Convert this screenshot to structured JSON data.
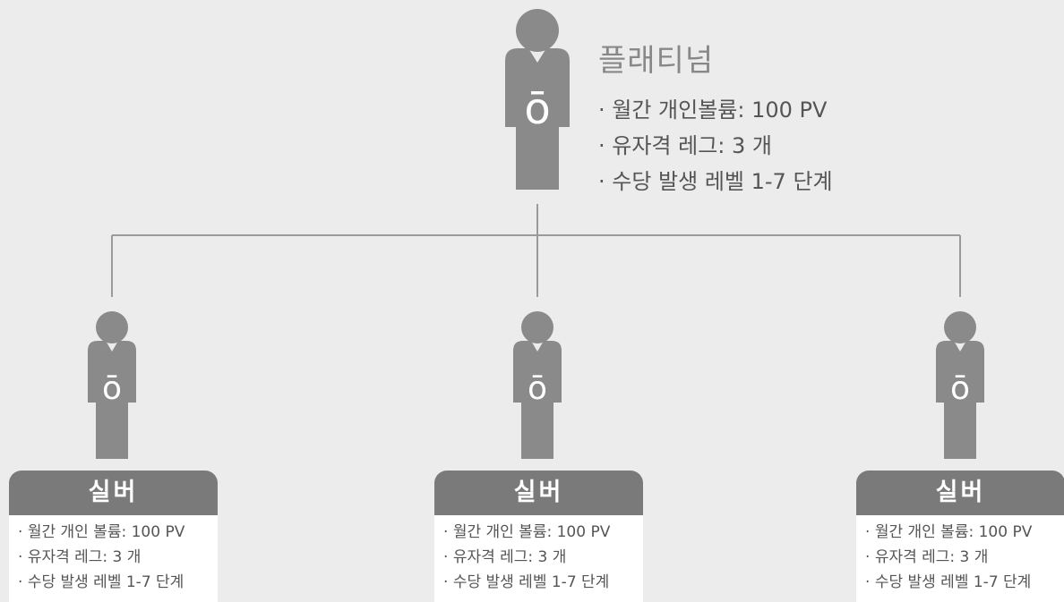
{
  "top_node": {
    "title": "플래티넘",
    "icon": "person-icon",
    "badge": "ō",
    "items": [
      "월간 개인볼륨: 100 PV",
      "유자격 레그: 3 개",
      "수당 발생 레벨 1-7 단계"
    ]
  },
  "child_nodes": [
    {
      "title": "실버",
      "icon": "person-icon",
      "badge": "ō",
      "items": [
        "월간 개인 볼륨: 100 PV",
        "유자격 레그: 3 개",
        "수당 발생 레벨 1-7 단계"
      ]
    },
    {
      "title": "실버",
      "icon": "person-icon",
      "badge": "ō",
      "items": [
        "월간 개인 볼륨: 100 PV",
        "유자격 레그: 3 개",
        "수당 발생 레벨 1-7 단계"
      ]
    },
    {
      "title": "실버",
      "icon": "person-icon",
      "badge": "ō",
      "items": [
        "월간 개인 볼륨: 100 PV",
        "유자격 레그: 3 개",
        "수당 발생 레벨 1-7 단계"
      ]
    }
  ],
  "colors": {
    "background": "#ececec",
    "figure": "#8a8a8a",
    "header": "#7a7a7a",
    "line": "#9a9a9a"
  }
}
